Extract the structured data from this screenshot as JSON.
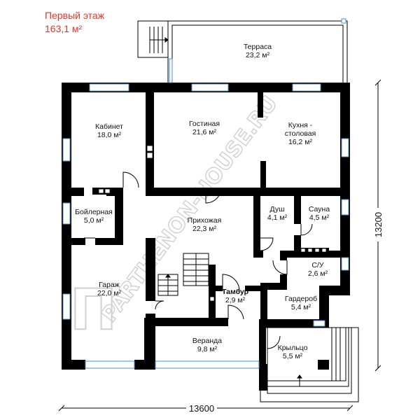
{
  "header": {
    "floor_title": "Первый этаж",
    "floor_area": "163,1 м²"
  },
  "rooms": [
    {
      "id": "terrace",
      "name": "Терраса",
      "area": "23,2 м²"
    },
    {
      "id": "office",
      "name": "Кабинет",
      "area": "18,0 м²"
    },
    {
      "id": "living",
      "name": "Гостиная",
      "area": "21,6 м²"
    },
    {
      "id": "kitchen",
      "name": "Кухня -",
      "name2": "столовая",
      "area": "16,2 м²"
    },
    {
      "id": "boiler",
      "name": "Бойлерная",
      "area": "5,0 м²"
    },
    {
      "id": "hall",
      "name": "Прихожая",
      "area": "22,3 м²"
    },
    {
      "id": "shower",
      "name": "Душ",
      "area": "4,1 м²"
    },
    {
      "id": "sauna",
      "name": "Сауна",
      "area": "4,5 м²"
    },
    {
      "id": "wc",
      "name": "С/У",
      "area": "2,6 м²"
    },
    {
      "id": "garage",
      "name": "Гараж",
      "area": "22,0 м²"
    },
    {
      "id": "vestibule",
      "name": "Тамбур",
      "area": "2,9 м²"
    },
    {
      "id": "wardrobe",
      "name": "Гардероб",
      "area": "5,4 м²"
    },
    {
      "id": "veranda",
      "name": "Веранда",
      "area": "9,8 м²"
    },
    {
      "id": "porch",
      "name": "Крыльцо",
      "area": "5,5 м²"
    }
  ],
  "dimensions": {
    "width": "13600",
    "height": "13200"
  },
  "watermark": "PARTHENON-HOUSE.RU",
  "colors": {
    "title": "#e8332a",
    "wall": "#000000",
    "window": "#4a90d9",
    "watermark": "#cfcfcf"
  }
}
